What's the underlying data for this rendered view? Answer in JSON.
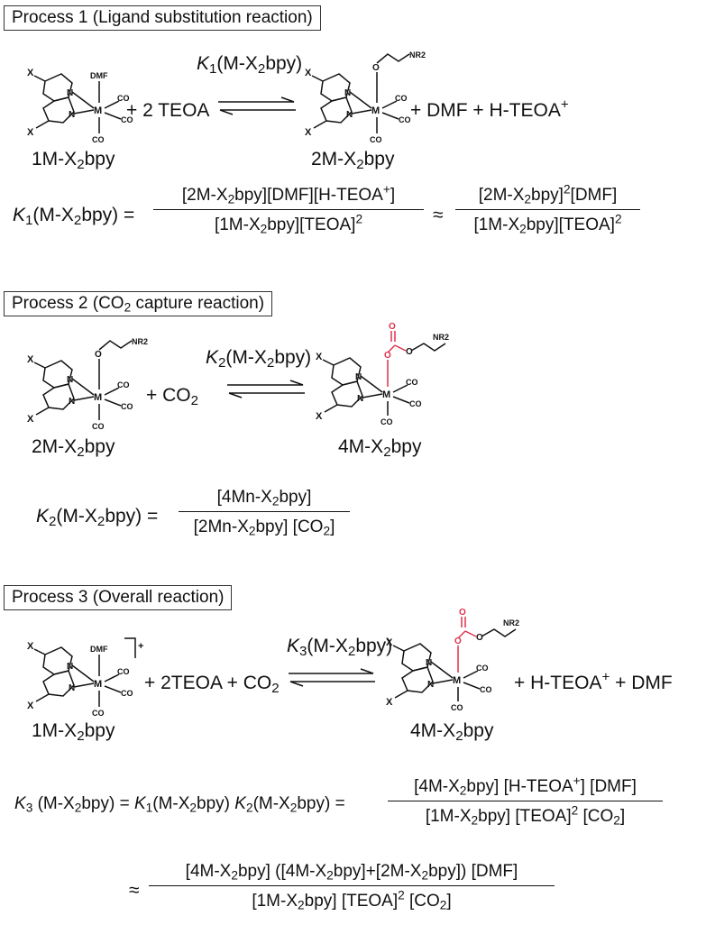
{
  "processes": [
    {
      "title": "Process 1 (Ligand substitution reaction)"
    },
    {
      "title": "Process 2 (CO2 capture reaction)"
    },
    {
      "title": "Process 3 (Overall reaction)"
    }
  ],
  "labels": {
    "x": "X",
    "n": "N",
    "m": "M",
    "o": "O",
    "co": "CO",
    "dmf": "DMF",
    "nr2": "NR2",
    "charge": "+",
    "approx": "≈",
    "eq": "=",
    "k_letter": "K",
    "k1_sub": "1",
    "k2_sub": "2",
    "k3_sub": "3",
    "k_arg": "(M-X2bpy)",
    "teoa": "TEOA",
    "plus_2_teoa": "+ 2 TEOA",
    "plus_2teoa_plus_co2": "+ 2TEOA + CO2",
    "plus_co2": "+ CO2",
    "plus_dmf_h_teoa": "+ DMF + H-TEOA+",
    "plus_h_teoa_dmf": "+ H-TEOA+ + DMF",
    "compound_1": "1M-X2bpy",
    "compound_2": "2M-X2bpy",
    "compound_4": "4M-X2bpy",
    "k3_mid": "(M-X2bpy) = K1(M-X2bpy) K2(M-X2bpy) ="
  },
  "colors": {
    "ink": "#111111",
    "carbonate": "#e0304a"
  }
}
